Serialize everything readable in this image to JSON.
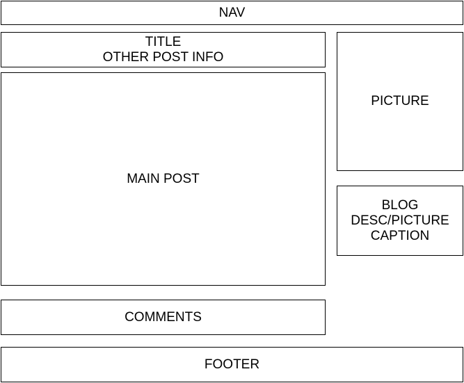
{
  "nav": {
    "label": "NAV"
  },
  "header": {
    "title": "TITLE",
    "post_info": "OTHER POST INFO"
  },
  "main_post": {
    "label": "MAIN POST"
  },
  "comments": {
    "label": "COMMENTS"
  },
  "picture": {
    "label": "PICTURE"
  },
  "blog_desc": {
    "lines": [
      "BLOG",
      "DESC/PICTURE",
      "CAPTION"
    ]
  },
  "footer": {
    "label": "FOOTER"
  },
  "colors": {
    "border": "#000000",
    "background": "#ffffff",
    "text": "#000000"
  }
}
